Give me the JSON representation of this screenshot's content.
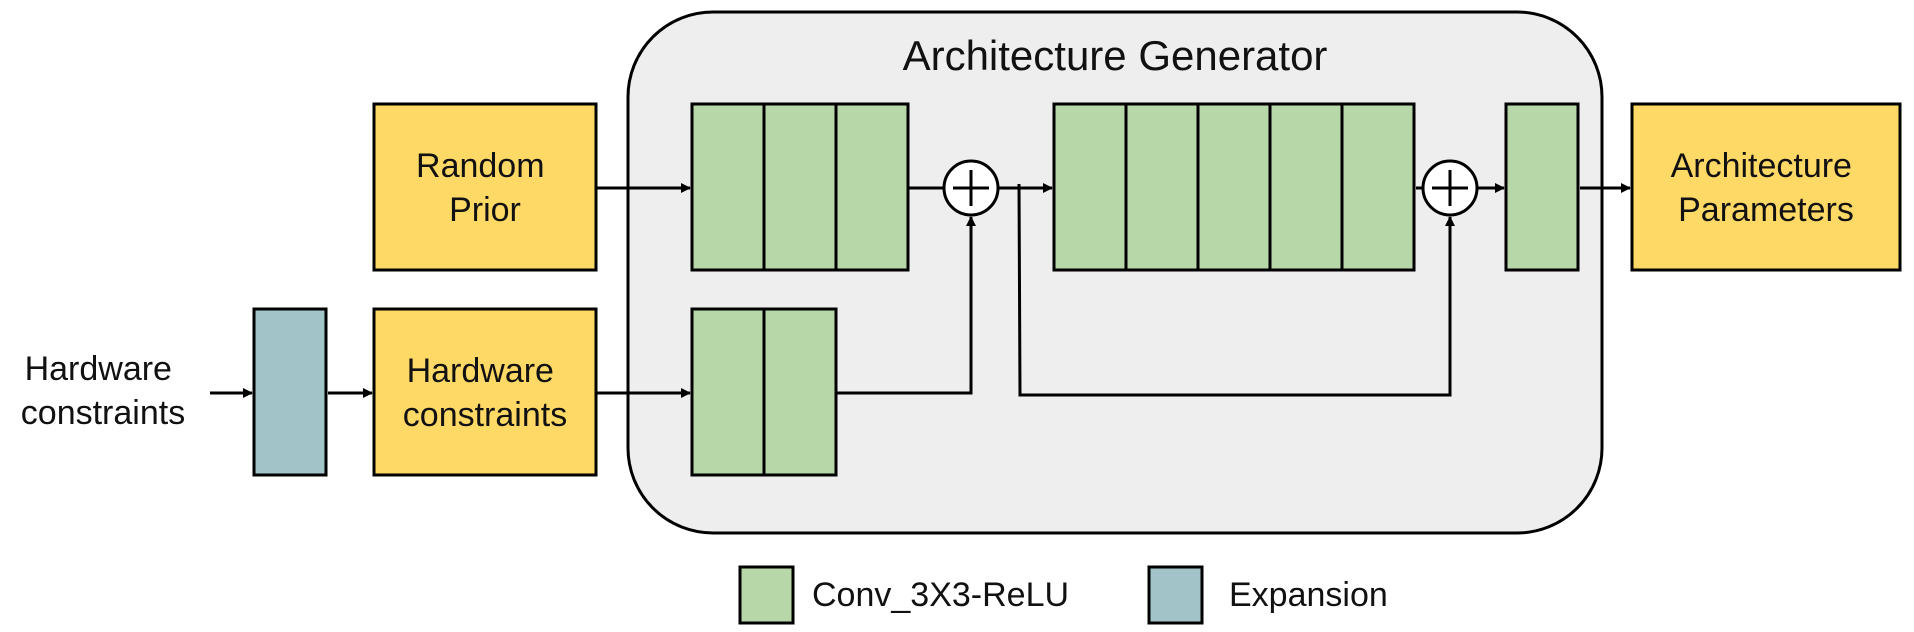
{
  "title": "Architecture Generator",
  "inputs": {
    "hardware_text": [
      "Hardware",
      "constraints"
    ]
  },
  "boxes": {
    "random_prior": [
      "Random",
      "Prior"
    ],
    "hardware_constraints": [
      "Hardware",
      "constraints"
    ],
    "architecture_parameters": [
      "Architecture",
      "Parameters"
    ]
  },
  "legend": {
    "conv_label": "Conv_3X3-ReLU",
    "expansion_label": "Expansion"
  },
  "blocks": {
    "top_first_count": 3,
    "bottom_count": 2,
    "middle_count": 5,
    "final_count": 1,
    "expansion_count": 1
  },
  "colors": {
    "conv": "#b7d7a8",
    "expansion": "#a2c4c9",
    "io_box": "#ffd966",
    "container": "#eeeeee",
    "stroke": "#000000"
  }
}
